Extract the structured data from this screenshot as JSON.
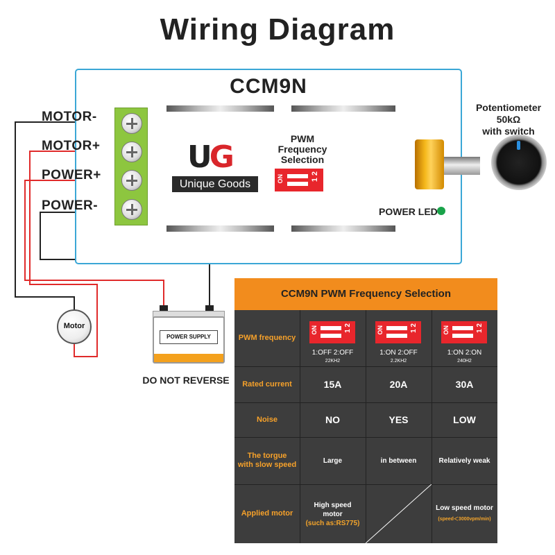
{
  "title": "Wiring Diagram",
  "board": {
    "model": "CCM9N",
    "logo_mark": "UG",
    "logo_text": "Unique Goods",
    "pwm_label": [
      "PWM",
      "Frequency",
      "Selection"
    ],
    "dip_on": "ON",
    "dip_nums": "1 2",
    "power_led": "POWER  LED",
    "colors": {
      "border": "#3aa7d6",
      "terminal": "#8dc63f",
      "led": "#19a34a",
      "dip": "#e8262c"
    }
  },
  "terminals": [
    "MOTOR-",
    "MOTOR+",
    "POWER+",
    "POWER-"
  ],
  "potentiometer": {
    "lines": [
      "Potentiometer",
      "50kΩ",
      "with switch"
    ]
  },
  "motor_label": "Motor",
  "battery_label": "POWER SUPPLY",
  "warning": "DO NOT REVERSE",
  "table": {
    "title": "CCM9N PWM Frequency Selection",
    "rows": {
      "pwm_frequency": "PWM frequency",
      "rated_current": "Rated current",
      "noise": "Noise",
      "torque": [
        "The torgue",
        "with slow speed"
      ],
      "applied_motor": "Applied motor"
    },
    "columns": [
      {
        "switch": "1:OFF  2:OFF",
        "freq": "22KH2",
        "current": "15A",
        "noise": "NO",
        "torque": "Large",
        "motor": [
          "High speed",
          "motor"
        ],
        "motor_note": "(such as:RS775)"
      },
      {
        "switch": "1:ON  2:OFF",
        "freq": "2.2KH2",
        "current": "20A",
        "noise": "YES",
        "torque": "in between",
        "motor": [],
        "motor_note": ""
      },
      {
        "switch": "1:ON  2:ON",
        "freq": "240H2",
        "current": "30A",
        "noise": "LOW",
        "torque": "Relatively weak",
        "motor": [
          "Low speed motor"
        ],
        "motor_note": "(speed＜3000vpm/min)"
      }
    ],
    "colors": {
      "header": "#f28c1d",
      "body": "#3d3d3d",
      "row_label": "#f6a12a"
    }
  }
}
